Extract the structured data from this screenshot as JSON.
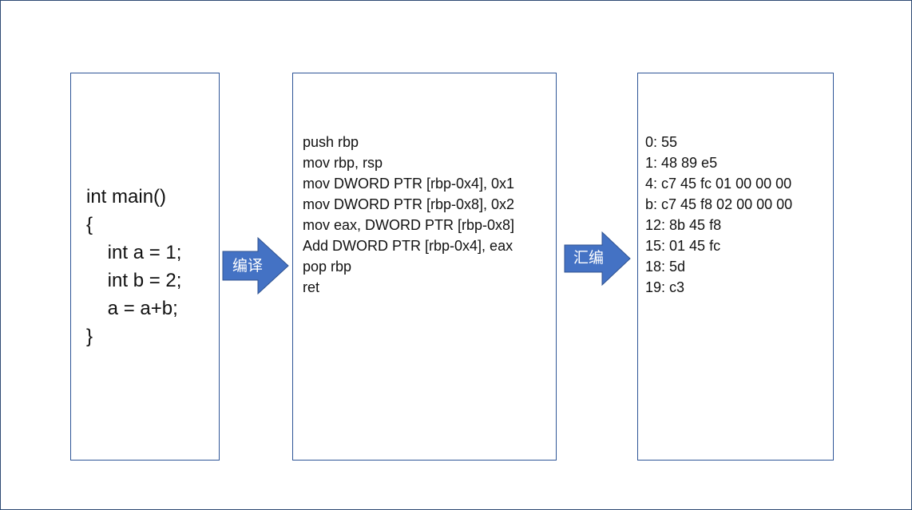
{
  "source": {
    "lines": [
      "int main()",
      "{",
      "    int a = 1;",
      "    int b = 2;",
      "    a = a+b;",
      "}"
    ]
  },
  "compile_arrow": {
    "label": "编译"
  },
  "assembly": {
    "lines": [
      "push rbp",
      "mov rbp, rsp",
      "",
      "mov DWORD PTR [rbp-0x4], 0x1",
      "",
      "mov DWORD PTR [rbp-0x8], 0x2",
      "",
      "mov eax, DWORD PTR [rbp-0x8]",
      "Add DWORD PTR [rbp-0x4], eax",
      "",
      "pop rbp",
      "ret"
    ]
  },
  "assemble_arrow": {
    "label": "汇编"
  },
  "machine_code": {
    "lines": [
      "0: 55",
      "1: 48 89 e5",
      "",
      "4: c7 45 fc 01 00 00 00",
      "",
      "b: c7 45 f8 02 00 00 00",
      "",
      "12: 8b 45 f8",
      "15: 01 45 fc",
      "",
      "18: 5d",
      "19: c3"
    ]
  },
  "colors": {
    "box_border": "#2e5597",
    "arrow_fill": "#4472c4",
    "arrow_stroke": "#2f528f",
    "text": "#111111"
  }
}
